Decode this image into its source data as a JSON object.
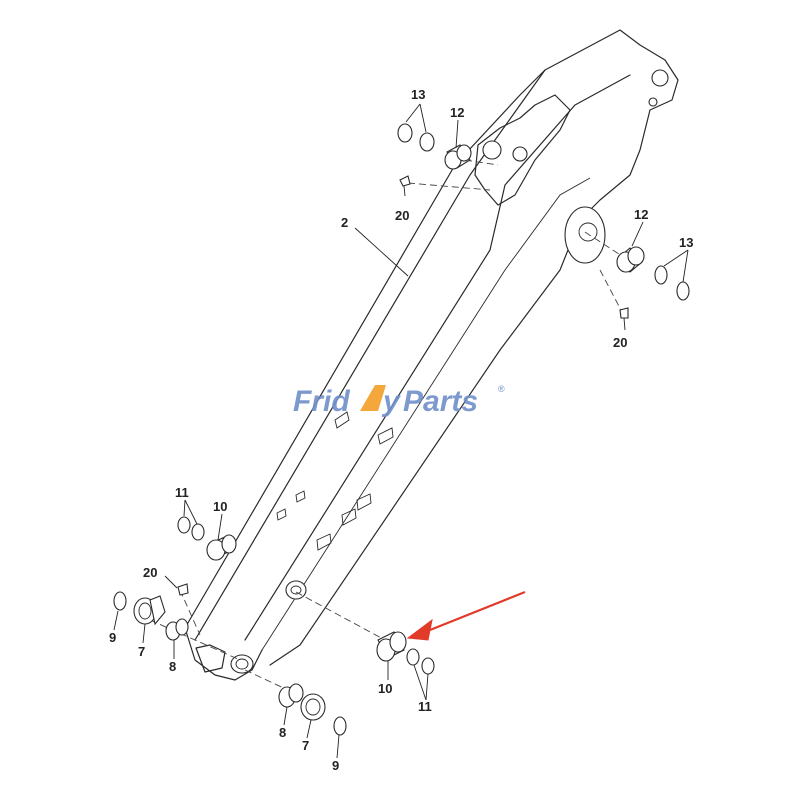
{
  "watermark": {
    "text_left": "Frid",
    "text_right": "Parts",
    "reg_mark": "®",
    "color": "#6f90c9",
    "accent_color": "#f4a73a"
  },
  "callouts": {
    "c2": "2",
    "c7a": "7",
    "c7b": "7",
    "c8a": "8",
    "c8b": "8",
    "c9a": "9",
    "c9b": "9",
    "c10a": "10",
    "c10b": "10",
    "c11a": "11",
    "c11b": "11",
    "c12a": "12",
    "c12b": "12",
    "c13a": "13",
    "c13b": "13",
    "c20a": "20",
    "c20b": "20",
    "c20c": "20"
  },
  "arrow": {
    "color": "#e23b2a"
  }
}
